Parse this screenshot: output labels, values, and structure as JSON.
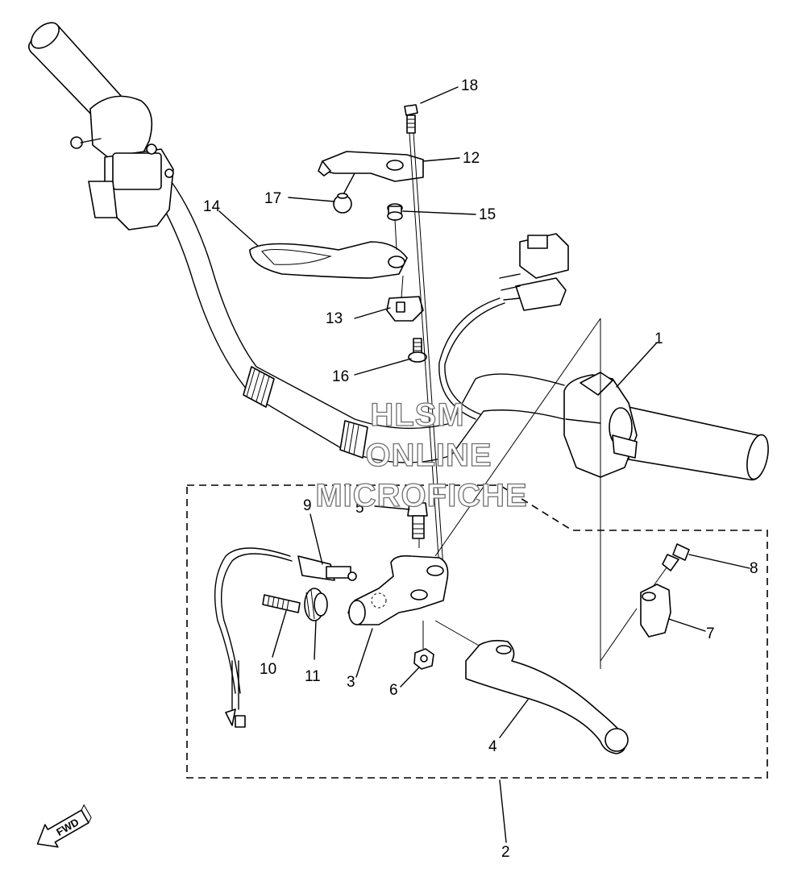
{
  "watermark": {
    "line1": "HLSM",
    "line2": "ONLINE",
    "line3": "MICROFICHE"
  },
  "direction_marker": {
    "label": "FWD",
    "icon": "fwd-arrow-icon"
  },
  "callouts": [
    {
      "number": "1",
      "part": "handlebar-switch"
    },
    {
      "number": "2",
      "part": "lever-holder-assembly"
    },
    {
      "number": "3",
      "part": "lever-bracket"
    },
    {
      "number": "4",
      "part": "clutch-lever"
    },
    {
      "number": "5",
      "part": "pivot-bolt"
    },
    {
      "number": "6",
      "part": "nut"
    },
    {
      "number": "7",
      "part": "bracket-clamp"
    },
    {
      "number": "8",
      "part": "clamp-bolt"
    },
    {
      "number": "9",
      "part": "switch-cable"
    },
    {
      "number": "10",
      "part": "adjuster-bolt"
    },
    {
      "number": "11",
      "part": "lock-nut"
    },
    {
      "number": "12",
      "part": "hot-start-lever"
    },
    {
      "number": "13",
      "part": "lever-holder"
    },
    {
      "number": "14",
      "part": "hot-start-cable"
    },
    {
      "number": "15",
      "part": "collar"
    },
    {
      "number": "16",
      "part": "screw"
    },
    {
      "number": "17",
      "part": "knob"
    },
    {
      "number": "18",
      "part": "screw"
    }
  ]
}
